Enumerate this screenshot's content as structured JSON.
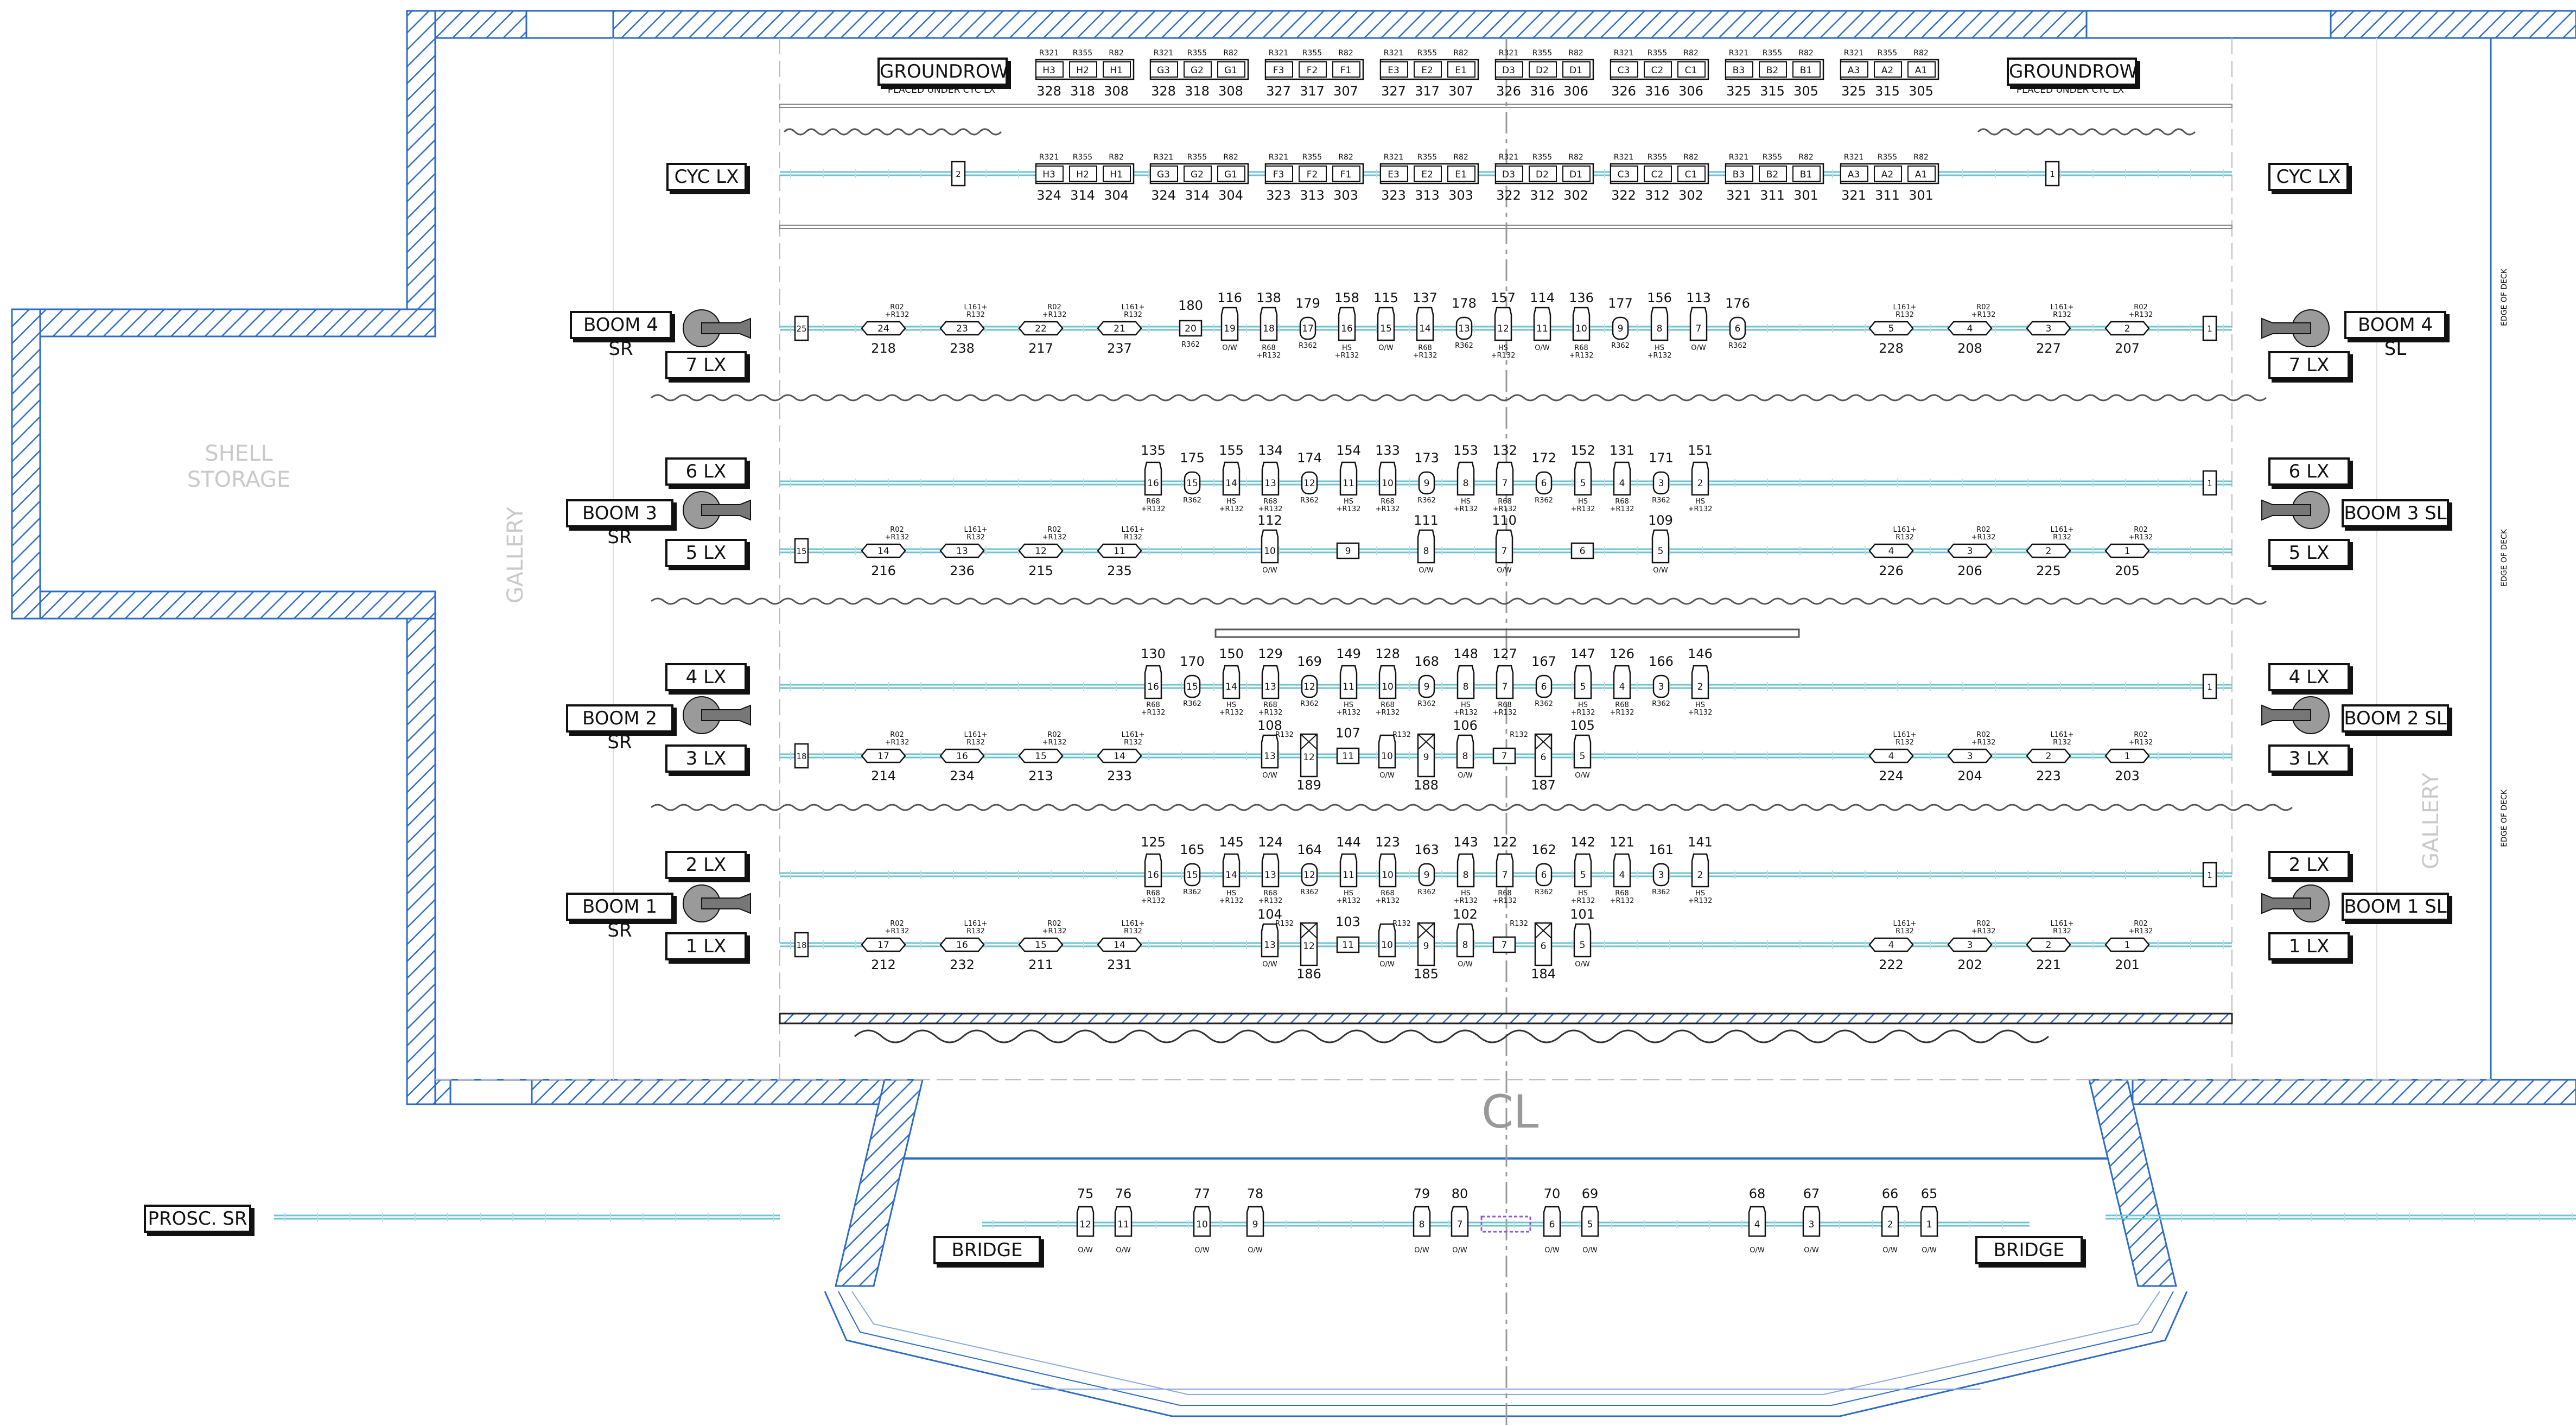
{
  "colors": {
    "wall": "#2c6bc6",
    "pipe": "#6fc3cf",
    "ink": "#111111",
    "ghost": "#c9c9c9",
    "highlight": "#9a55d6"
  },
  "title_labels": {
    "groundrow_left": "GROUNDROW",
    "groundrow_left_note": "PLACED UNDER CYC LX",
    "groundrow_right": "GROUNDROW",
    "groundrow_right_note": "PLACED UNDER CYC LX",
    "cyc_left": "CYC LX",
    "cyc_right": "CYC LX",
    "boom4_sr": "BOOM 4 SR",
    "boom4_sl": "BOOM 4 SL",
    "boom3_sr": "BOOM 3 SR",
    "boom3_sl": "BOOM 3 SL",
    "boom2_sr": "BOOM 2 SR",
    "boom2_sl": "BOOM 2 SL",
    "boom1_sr": "BOOM 1 SR",
    "boom1_sl": "BOOM 1 SL",
    "lx7_l": "7 LX",
    "lx7_r": "7 LX",
    "lx6_l": "6 LX",
    "lx6_r": "6 LX",
    "lx5_l": "5 LX",
    "lx5_r": "5 LX",
    "lx4_l": "4 LX",
    "lx4_r": "4 LX",
    "lx3_l": "3 LX",
    "lx3_r": "3 LX",
    "lx2_l": "2 LX",
    "lx2_r": "2 LX",
    "lx1_l": "1 LX",
    "lx1_r": "1 LX",
    "prosc_sr": "PROSC. SR",
    "bridge_l": "BRIDGE",
    "bridge_r": "BRIDGE"
  },
  "room_labels": {
    "shell_storage": "SHELL STORAGE",
    "gallery_left": "GALLERY",
    "gallery_right": "GALLERY",
    "centerline": "CL",
    "edge_of_deck": "EDGE OF DECK"
  },
  "groundrow": {
    "headers": [
      "R321",
      "R355",
      "R82"
    ],
    "groups": [
      {
        "cells": [
          "H3",
          "H2",
          "H1"
        ],
        "nums": [
          "328",
          "318",
          "308"
        ]
      },
      {
        "cells": [
          "G3",
          "G2",
          "G1"
        ],
        "nums": [
          "328",
          "318",
          "308"
        ]
      },
      {
        "cells": [
          "F3",
          "F2",
          "F1"
        ],
        "nums": [
          "327",
          "317",
          "307"
        ]
      },
      {
        "cells": [
          "E3",
          "E2",
          "E1"
        ],
        "nums": [
          "327",
          "317",
          "307"
        ]
      },
      {
        "cells": [
          "D3",
          "D2",
          "D1"
        ],
        "nums": [
          "326",
          "316",
          "306"
        ]
      },
      {
        "cells": [
          "C3",
          "C2",
          "C1"
        ],
        "nums": [
          "326",
          "316",
          "306"
        ]
      },
      {
        "cells": [
          "B3",
          "B2",
          "B1"
        ],
        "nums": [
          "325",
          "315",
          "305"
        ]
      },
      {
        "cells": [
          "A3",
          "A2",
          "A1"
        ],
        "nums": [
          "325",
          "315",
          "305"
        ]
      }
    ]
  },
  "cyc": {
    "groups": [
      {
        "cells": [
          "H3",
          "H2",
          "H1"
        ],
        "nums": [
          "324",
          "314",
          "304"
        ]
      },
      {
        "cells": [
          "G3",
          "G2",
          "G1"
        ],
        "nums": [
          "324",
          "314",
          "304"
        ]
      },
      {
        "cells": [
          "F3",
          "F2",
          "F1"
        ],
        "nums": [
          "323",
          "313",
          "303"
        ]
      },
      {
        "cells": [
          "E3",
          "E2",
          "E1"
        ],
        "nums": [
          "323",
          "313",
          "303"
        ]
      },
      {
        "cells": [
          "D3",
          "D2",
          "D1"
        ],
        "nums": [
          "322",
          "312",
          "302"
        ]
      },
      {
        "cells": [
          "C3",
          "C2",
          "C1"
        ],
        "nums": [
          "322",
          "312",
          "302"
        ]
      },
      {
        "cells": [
          "B3",
          "B2",
          "B1"
        ],
        "nums": [
          "321",
          "311",
          "301"
        ]
      },
      {
        "cells": [
          "A3",
          "A2",
          "A1"
        ],
        "nums": [
          "321",
          "311",
          "301"
        ]
      }
    ],
    "circuit_left": "2",
    "circuit_right": "1"
  },
  "electrics": [
    {
      "name": "7 LX",
      "end_left": "25",
      "end_right": "1",
      "boom_left": [
        {
          "u": "24",
          "ch": "218",
          "note": "R02 +R132",
          "t": "wash"
        },
        {
          "u": "23",
          "ch": "238",
          "note": "L161+ R132",
          "t": "wash"
        },
        {
          "u": "22",
          "ch": "217",
          "note": "R02 +R132",
          "t": "wash"
        },
        {
          "u": "21",
          "ch": "237",
          "note": "L161+ R132",
          "t": "wash"
        }
      ],
      "center": [
        {
          "u": "20",
          "ch": "180",
          "note": "R362",
          "t": "box"
        },
        {
          "u": "19",
          "ch": "116",
          "note": "O/W",
          "t": "spot"
        },
        {
          "u": "18",
          "ch": "138",
          "note": "R68 +R132",
          "t": "spot"
        },
        {
          "u": "17",
          "ch": "179",
          "note": "R362",
          "t": "par"
        },
        {
          "u": "16",
          "ch": "158",
          "note": "HS +R132",
          "t": "spot"
        },
        {
          "u": "15",
          "ch": "115",
          "note": "O/W",
          "t": "spot"
        },
        {
          "u": "14",
          "ch": "137",
          "note": "R68 +R132",
          "t": "spot"
        },
        {
          "u": "13",
          "ch": "178",
          "note": "R362",
          "t": "par"
        },
        {
          "u": "12",
          "ch": "157",
          "note": "HS +R132",
          "t": "spot"
        },
        {
          "u": "11",
          "ch": "114",
          "note": "O/W",
          "t": "spot"
        },
        {
          "u": "10",
          "ch": "136",
          "note": "R68 +R132",
          "t": "spot"
        },
        {
          "u": "9",
          "ch": "177",
          "note": "R362",
          "t": "par"
        },
        {
          "u": "8",
          "ch": "156",
          "note": "HS +R132",
          "t": "spot"
        },
        {
          "u": "7",
          "ch": "113",
          "note": "O/W",
          "t": "spot"
        },
        {
          "u": "6",
          "ch": "176",
          "note": "R362",
          "t": "par"
        }
      ],
      "boom_right": [
        {
          "u": "5",
          "ch": "228",
          "note": "L161+ R132",
          "t": "wash"
        },
        {
          "u": "4",
          "ch": "208",
          "note": "R02 +R132",
          "t": "wash"
        },
        {
          "u": "3",
          "ch": "227",
          "note": "L161+ R132",
          "t": "wash"
        },
        {
          "u": "2",
          "ch": "207",
          "note": "R02 +R132",
          "t": "wash"
        }
      ]
    },
    {
      "name": "6 LX",
      "end_right": "1",
      "center": [
        {
          "u": "16",
          "ch": "135",
          "note": "R68 +R132",
          "t": "spot"
        },
        {
          "u": "15",
          "ch": "175",
          "note": "R362",
          "t": "par"
        },
        {
          "u": "14",
          "ch": "155",
          "note": "HS +R132",
          "t": "spot"
        },
        {
          "u": "13",
          "ch": "134",
          "note": "R68 +R132",
          "t": "spot"
        },
        {
          "u": "12",
          "ch": "174",
          "note": "R362",
          "t": "par"
        },
        {
          "u": "11",
          "ch": "154",
          "note": "HS +R132",
          "t": "spot"
        },
        {
          "u": "10",
          "ch": "133",
          "note": "R68 +R132",
          "t": "spot"
        },
        {
          "u": "9",
          "ch": "173",
          "note": "R362",
          "t": "par"
        },
        {
          "u": "8",
          "ch": "153",
          "note": "HS +R132",
          "t": "spot"
        },
        {
          "u": "7",
          "ch": "132",
          "note": "R68 +R132",
          "t": "spot"
        },
        {
          "u": "6",
          "ch": "172",
          "note": "R362",
          "t": "par"
        },
        {
          "u": "5",
          "ch": "152",
          "note": "HS +R132",
          "t": "spot"
        },
        {
          "u": "4",
          "ch": "131",
          "note": "R68 +R132",
          "t": "spot"
        },
        {
          "u": "3",
          "ch": "171",
          "note": "R362",
          "t": "par"
        },
        {
          "u": "2",
          "ch": "151",
          "note": "HS +R132",
          "t": "spot"
        }
      ]
    },
    {
      "name": "5 LX",
      "end_left": "15",
      "boom_left": [
        {
          "u": "14",
          "ch": "216",
          "note": "R02 +R132",
          "t": "wash"
        },
        {
          "u": "13",
          "ch": "236",
          "note": "L161+ R132",
          "t": "wash"
        },
        {
          "u": "12",
          "ch": "215",
          "note": "R02 +R132",
          "t": "wash"
        },
        {
          "u": "11",
          "ch": "235",
          "note": "L161+ R132",
          "t": "wash"
        }
      ],
      "center": [
        {
          "u": "10",
          "ch": "112",
          "note": "O/W",
          "t": "spot"
        },
        {
          "u": "9",
          "ch": "",
          "note": "",
          "t": "box"
        },
        {
          "u": "8",
          "ch": "111",
          "note": "O/W",
          "t": "spot"
        },
        {
          "u": "7",
          "ch": "110",
          "note": "O/W",
          "t": "spot"
        },
        {
          "u": "6",
          "ch": "",
          "note": "",
          "t": "box"
        },
        {
          "u": "5",
          "ch": "109",
          "note": "O/W",
          "t": "spot"
        }
      ],
      "boom_right": [
        {
          "u": "4",
          "ch": "226",
          "note": "L161+ R132",
          "t": "wash"
        },
        {
          "u": "3",
          "ch": "206",
          "note": "R02 +R132",
          "t": "wash"
        },
        {
          "u": "2",
          "ch": "225",
          "note": "L161+ R132",
          "t": "wash"
        },
        {
          "u": "1",
          "ch": "205",
          "note": "R02 +R132",
          "t": "wash"
        }
      ]
    },
    {
      "name": "4 LX",
      "end_right": "1",
      "center": [
        {
          "u": "16",
          "ch": "130",
          "note": "R68 +R132",
          "t": "spot"
        },
        {
          "u": "15",
          "ch": "170",
          "note": "R362",
          "t": "par"
        },
        {
          "u": "14",
          "ch": "150",
          "note": "HS +R132",
          "t": "spot"
        },
        {
          "u": "13",
          "ch": "129",
          "note": "R68 +R132",
          "t": "spot"
        },
        {
          "u": "12",
          "ch": "169",
          "note": "R362",
          "t": "par"
        },
        {
          "u": "11",
          "ch": "149",
          "note": "HS +R132",
          "t": "spot"
        },
        {
          "u": "10",
          "ch": "128",
          "note": "R68 +R132",
          "t": "spot"
        },
        {
          "u": "9",
          "ch": "168",
          "note": "R362",
          "t": "par"
        },
        {
          "u": "8",
          "ch": "148",
          "note": "HS +R132",
          "t": "spot"
        },
        {
          "u": "7",
          "ch": "127",
          "note": "R68 +R132",
          "t": "spot"
        },
        {
          "u": "6",
          "ch": "167",
          "note": "R362",
          "t": "par"
        },
        {
          "u": "5",
          "ch": "147",
          "note": "HS +R132",
          "t": "spot"
        },
        {
          "u": "4",
          "ch": "126",
          "note": "R68 +R132",
          "t": "spot"
        },
        {
          "u": "3",
          "ch": "166",
          "note": "R362",
          "t": "par"
        },
        {
          "u": "2",
          "ch": "146",
          "note": "HS +R132",
          "t": "spot"
        }
      ]
    },
    {
      "name": "3 LX",
      "end_left": "18",
      "boom_left": [
        {
          "u": "17",
          "ch": "214",
          "note": "R02 +R132",
          "t": "wash"
        },
        {
          "u": "16",
          "ch": "234",
          "note": "L161+ R132",
          "t": "wash"
        },
        {
          "u": "15",
          "ch": "213",
          "note": "R02 +R132",
          "t": "wash"
        },
        {
          "u": "14",
          "ch": "233",
          "note": "L161+ R132",
          "t": "wash"
        }
      ],
      "center": [
        {
          "u": "13",
          "ch": "108",
          "note": "O/W",
          "t": "spot"
        },
        {
          "u": "12",
          "ch": "189",
          "note": "R132",
          "t": "mover"
        },
        {
          "u": "11",
          "ch": "107",
          "note": "",
          "t": "box"
        },
        {
          "u": "10",
          "ch": "",
          "note": "O/W",
          "t": "spot"
        },
        {
          "u": "9",
          "ch": "188",
          "note": "R132",
          "t": "mover"
        },
        {
          "u": "8",
          "ch": "106",
          "note": "O/W",
          "t": "spot"
        },
        {
          "u": "7",
          "ch": "",
          "note": "",
          "t": "box"
        },
        {
          "u": "6",
          "ch": "187",
          "note": "R132",
          "t": "mover"
        },
        {
          "u": "5",
          "ch": "105",
          "note": "O/W",
          "t": "spot"
        }
      ],
      "boom_right": [
        {
          "u": "4",
          "ch": "224",
          "note": "L161+ R132",
          "t": "wash"
        },
        {
          "u": "3",
          "ch": "204",
          "note": "R02 +R132",
          "t": "wash"
        },
        {
          "u": "2",
          "ch": "223",
          "note": "L161+ R132",
          "t": "wash"
        },
        {
          "u": "1",
          "ch": "203",
          "note": "R02 +R132",
          "t": "wash"
        }
      ]
    },
    {
      "name": "2 LX",
      "end_right": "1",
      "center": [
        {
          "u": "16",
          "ch": "125",
          "note": "R68 +R132",
          "t": "spot"
        },
        {
          "u": "15",
          "ch": "165",
          "note": "R362",
          "t": "par"
        },
        {
          "u": "14",
          "ch": "145",
          "note": "HS +R132",
          "t": "spot"
        },
        {
          "u": "13",
          "ch": "124",
          "note": "R68 +R132",
          "t": "spot"
        },
        {
          "u": "12",
          "ch": "164",
          "note": "R362",
          "t": "par"
        },
        {
          "u": "11",
          "ch": "144",
          "note": "HS +R132",
          "t": "spot"
        },
        {
          "u": "10",
          "ch": "123",
          "note": "R68 +R132",
          "t": "spot"
        },
        {
          "u": "9",
          "ch": "163",
          "note": "R362",
          "t": "par"
        },
        {
          "u": "8",
          "ch": "143",
          "note": "HS +R132",
          "t": "spot"
        },
        {
          "u": "7",
          "ch": "122",
          "note": "R68 +R132",
          "t": "spot"
        },
        {
          "u": "6",
          "ch": "162",
          "note": "R362",
          "t": "par"
        },
        {
          "u": "5",
          "ch": "142",
          "note": "HS +R132",
          "t": "spot"
        },
        {
          "u": "4",
          "ch": "121",
          "note": "R68 +R132",
          "t": "spot"
        },
        {
          "u": "3",
          "ch": "161",
          "note": "R362",
          "t": "par"
        },
        {
          "u": "2",
          "ch": "141",
          "note": "HS +R132",
          "t": "spot"
        }
      ]
    },
    {
      "name": "1 LX",
      "end_left": "18",
      "boom_left": [
        {
          "u": "17",
          "ch": "212",
          "note": "R02 +R132",
          "t": "wash"
        },
        {
          "u": "16",
          "ch": "232",
          "note": "L161+ R132",
          "t": "wash"
        },
        {
          "u": "15",
          "ch": "211",
          "note": "R02 +R132",
          "t": "wash"
        },
        {
          "u": "14",
          "ch": "231",
          "note": "L161+ R132",
          "t": "wash"
        }
      ],
      "center": [
        {
          "u": "13",
          "ch": "104",
          "note": "O/W",
          "t": "spot"
        },
        {
          "u": "12",
          "ch": "186",
          "note": "R132",
          "t": "mover"
        },
        {
          "u": "11",
          "ch": "103",
          "note": "",
          "t": "box"
        },
        {
          "u": "10",
          "ch": "",
          "note": "O/W",
          "t": "spot"
        },
        {
          "u": "9",
          "ch": "185",
          "note": "R132",
          "t": "mover"
        },
        {
          "u": "8",
          "ch": "102",
          "note": "O/W",
          "t": "spot"
        },
        {
          "u": "7",
          "ch": "",
          "note": "",
          "t": "box"
        },
        {
          "u": "6",
          "ch": "184",
          "note": "R132",
          "t": "mover"
        },
        {
          "u": "5",
          "ch": "101",
          "note": "O/W",
          "t": "spot"
        }
      ],
      "boom_right": [
        {
          "u": "4",
          "ch": "222",
          "note": "L161+ R132",
          "t": "wash"
        },
        {
          "u": "3",
          "ch": "202",
          "note": "R02 +R132",
          "t": "wash"
        },
        {
          "u": "2",
          "ch": "221",
          "note": "L161+ R132",
          "t": "wash"
        },
        {
          "u": "1",
          "ch": "201",
          "note": "R02 +R132",
          "t": "wash"
        }
      ]
    }
  ],
  "bridge": {
    "units": [
      {
        "u": "12",
        "ch": "75",
        "note": "O/W"
      },
      {
        "u": "11",
        "ch": "76",
        "note": "O/W"
      },
      {
        "u": "10",
        "ch": "77",
        "note": "O/W"
      },
      {
        "u": "9",
        "ch": "78",
        "note": "O/W"
      },
      {
        "u": "8",
        "ch": "79",
        "note": "O/W"
      },
      {
        "u": "7",
        "ch": "80",
        "note": "O/W"
      },
      {
        "u": "6",
        "ch": "70",
        "note": "O/W"
      },
      {
        "u": "5",
        "ch": "69",
        "note": "O/W"
      },
      {
        "u": "4",
        "ch": "68",
        "note": "O/W"
      },
      {
        "u": "3",
        "ch": "67",
        "note": "O/W"
      },
      {
        "u": "2",
        "ch": "66",
        "note": "O/W"
      },
      {
        "u": "1",
        "ch": "65",
        "note": "O/W"
      }
    ]
  }
}
